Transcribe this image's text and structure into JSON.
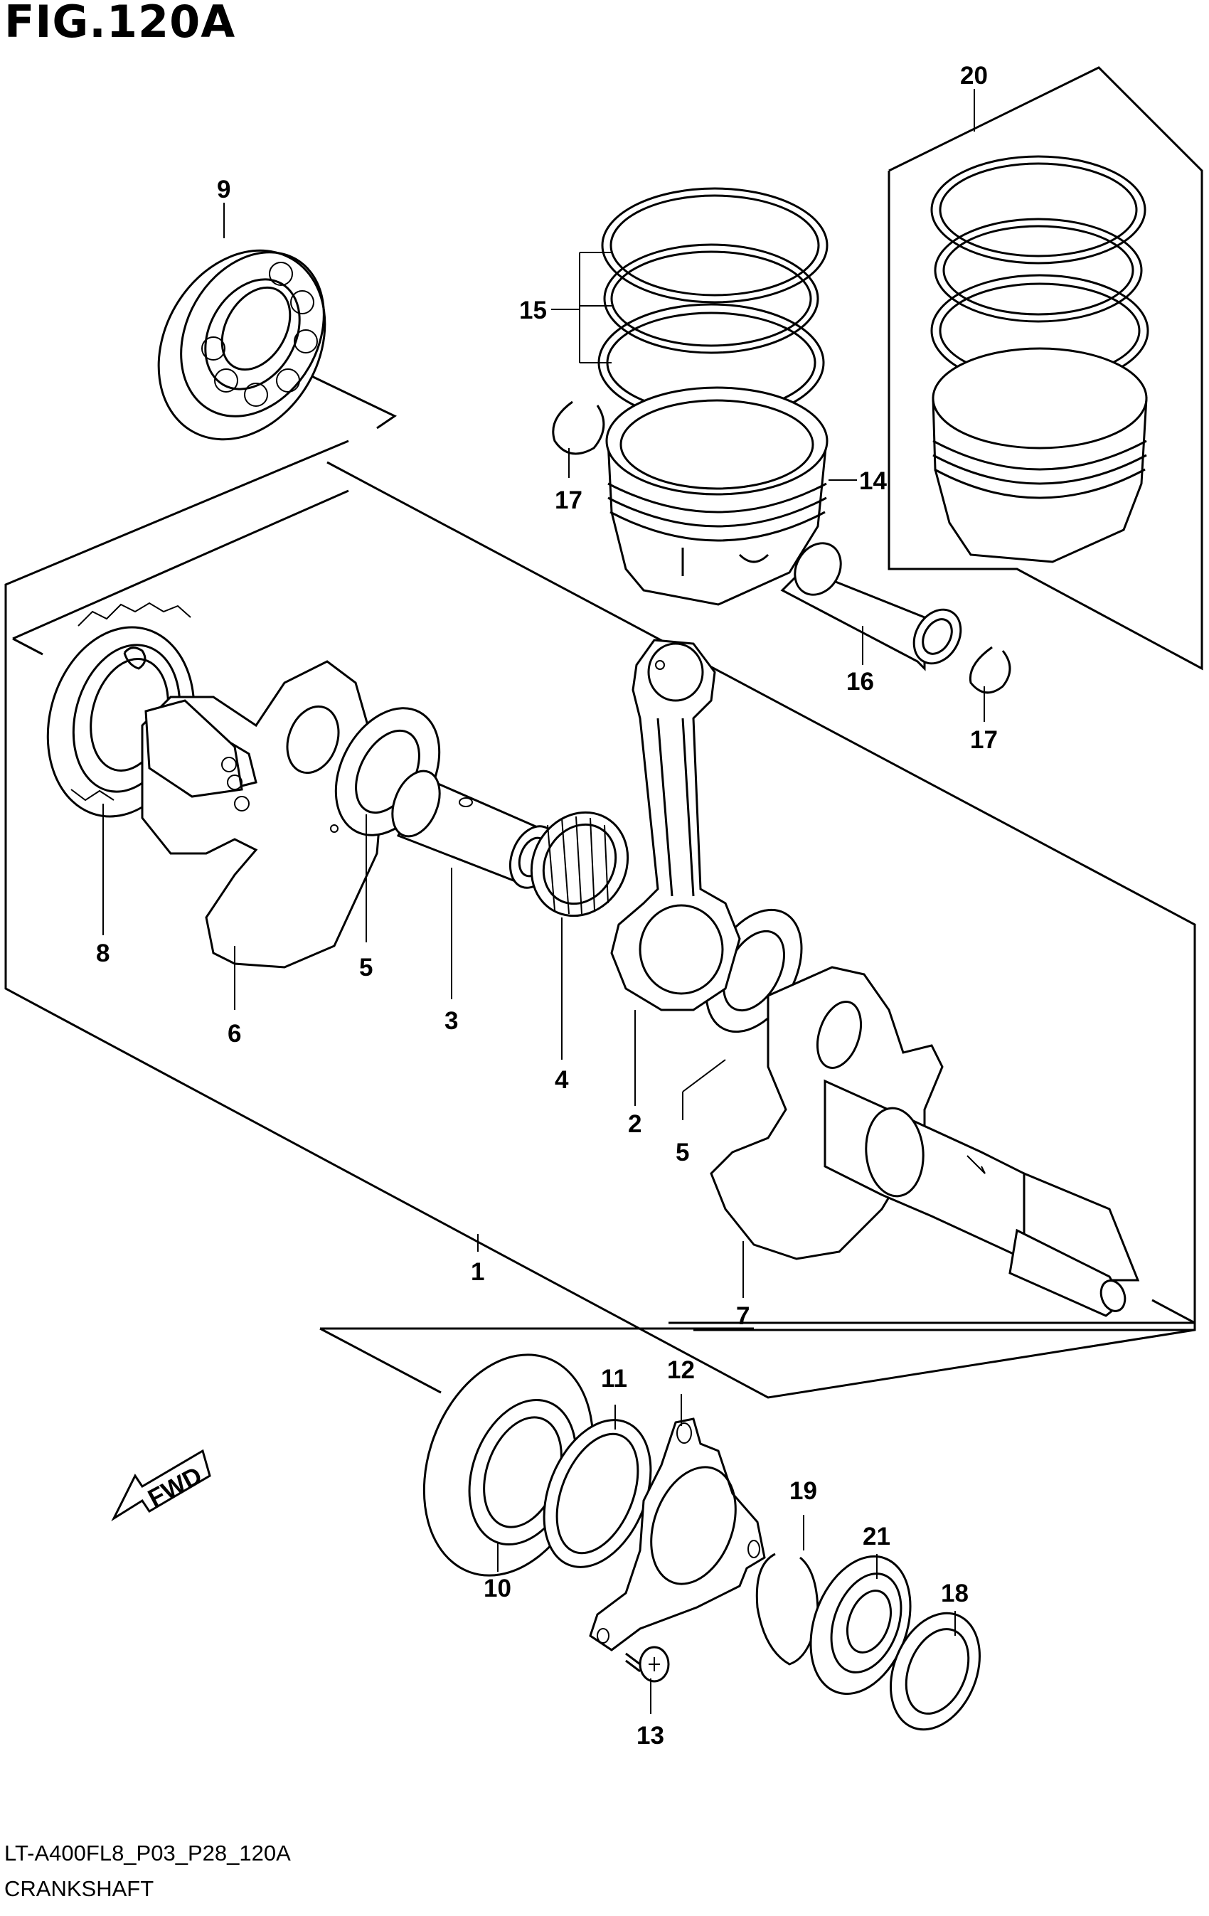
{
  "figure_title": "FIG.120A",
  "page_code": "LT-A400FL8_P03_P28_120A",
  "page_name": "CRANKSHAFT",
  "fwd_label": "FWD",
  "callouts": {
    "c1": "1",
    "c2": "2",
    "c3": "3",
    "c4": "4",
    "c5a": "5",
    "c5b": "5",
    "c6": "6",
    "c7": "7",
    "c8": "8",
    "c9": "9",
    "c10": "10",
    "c11": "11",
    "c12": "12",
    "c13": "13",
    "c14": "14",
    "c15": "15",
    "c16": "16",
    "c17a": "17",
    "c17b": "17",
    "c18": "18",
    "c19": "19",
    "c20": "20",
    "c21": "21"
  }
}
